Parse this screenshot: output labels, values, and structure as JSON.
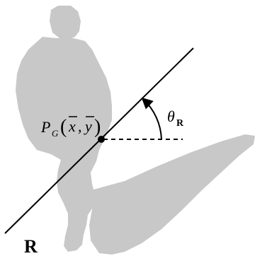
{
  "colors": {
    "silhouette": "#c8c8c8",
    "ink": "#000000",
    "background": "#ffffff"
  },
  "labels": {
    "point_prefix": "P",
    "point_subscript": "G",
    "point_open": "(",
    "point_x": "x",
    "point_comma": ",",
    "point_y": "y",
    "point_close": ")",
    "angle_symbol": "θ",
    "angle_subscript": "R",
    "axis_name": "R"
  }
}
